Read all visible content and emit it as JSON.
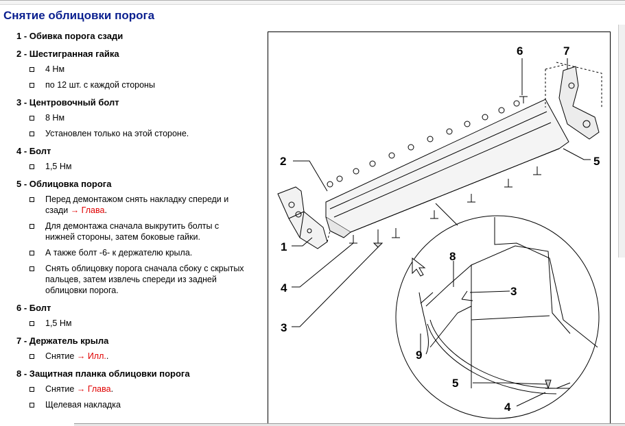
{
  "page": {
    "title": "Снятие облицовки порога"
  },
  "items": [
    {
      "number": "1 -",
      "title": "Обивка порога сзади",
      "notes": []
    },
    {
      "number": "2 -",
      "title": "Шестигранная гайка",
      "notes": [
        {
          "text": "4 Нм"
        },
        {
          "text": "по 12 шт. с каждой стороны"
        }
      ]
    },
    {
      "number": "3 -",
      "title": "Центровочный болт",
      "notes": [
        {
          "text": "8 Нм"
        },
        {
          "text": "Установлен только на этой стороне."
        }
      ]
    },
    {
      "number": "4 -",
      "title": "Болт",
      "notes": [
        {
          "text": "1,5 Нм"
        }
      ]
    },
    {
      "number": "5 -",
      "title": "Облицовка порога",
      "notes": [
        {
          "text": "Перед демонтажом снять накладку спереди и",
          "text2": "сзади",
          "link": "→ Глава",
          "tail": "."
        },
        {
          "text": "Для демонтажа сначала выкрутить болты с",
          "text2": "нижней стороны, затем боковые гайки."
        },
        {
          "text": "А также болт -6- к держателю крыла."
        },
        {
          "text": "Снять облицовку порога сначала сбоку с скрытых",
          "text2": "пальцев, затем извлечь спереди из задней",
          "text3": "облицовки порога."
        }
      ]
    },
    {
      "number": "6 -",
      "title": "Болт",
      "notes": [
        {
          "text": "1,5 Нм"
        }
      ]
    },
    {
      "number": "7 -",
      "title": "Держатель крыла",
      "notes": [
        {
          "text": "Снятие",
          "link": "→ Илл.",
          "tail": "."
        }
      ]
    },
    {
      "number": "8 -",
      "title": "Защитная планка облицовки порога",
      "notes": [
        {
          "text": "Снятие",
          "link": "→ Глава",
          "tail": "."
        },
        {
          "text": "Щелевая накладка"
        }
      ]
    }
  ],
  "figure": {
    "callouts": {
      "c1": "1",
      "c2": "2",
      "c3": "3",
      "c4": "4",
      "c5": "5",
      "c6": "6",
      "c7": "7",
      "c8": "8",
      "c9": "9",
      "d3": "3",
      "d4": "4",
      "d5": "5"
    }
  }
}
